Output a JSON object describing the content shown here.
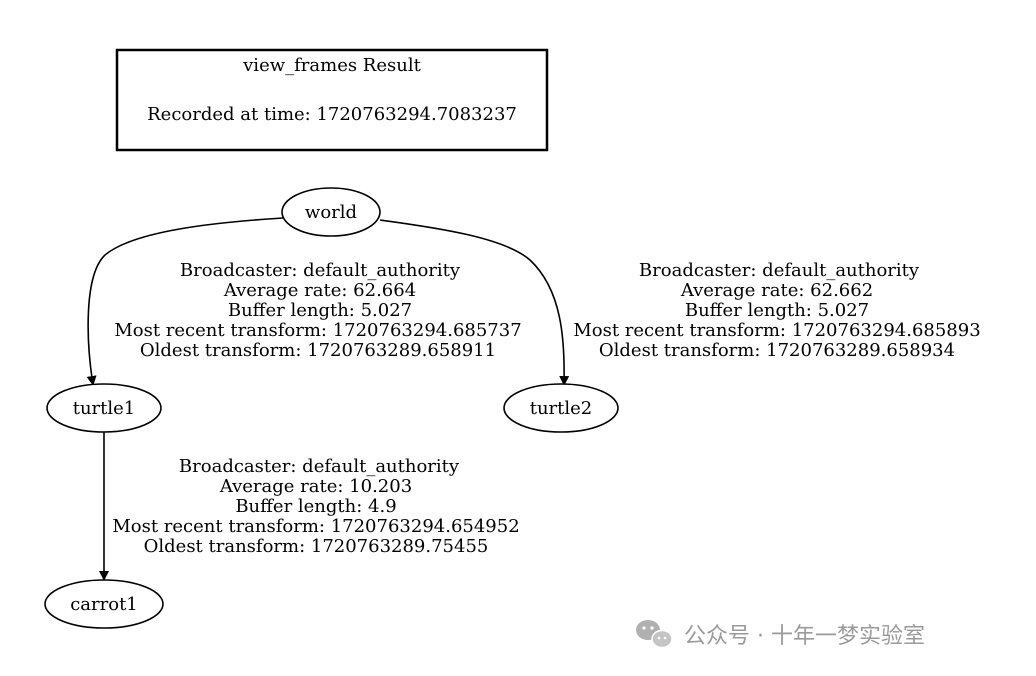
{
  "header": {
    "title": "view_frames Result",
    "recorded": "Recorded at time: 1720763294.7083237"
  },
  "nodes": {
    "world": "world",
    "turtle1": "turtle1",
    "turtle2": "turtle2",
    "carrot1": "carrot1"
  },
  "edges": {
    "world_turtle1": [
      "Broadcaster: default_authority",
      "Average rate: 62.664",
      "Buffer length: 5.027",
      "Most recent transform: 1720763294.685737",
      "Oldest transform: 1720763289.658911"
    ],
    "world_turtle2": [
      "Broadcaster: default_authority",
      "Average rate: 62.662",
      "Buffer length: 5.027",
      "Most recent transform: 1720763294.685893",
      "Oldest transform: 1720763289.658934"
    ],
    "turtle1_carrot1": [
      "Broadcaster: default_authority",
      "Average rate: 10.203",
      "Buffer length: 4.9",
      "Most recent transform: 1720763294.654952",
      "Oldest transform: 1720763289.75455"
    ]
  },
  "watermark": {
    "text": "公众号 · 十年一梦实验室",
    "icon": "wechat-icon"
  }
}
